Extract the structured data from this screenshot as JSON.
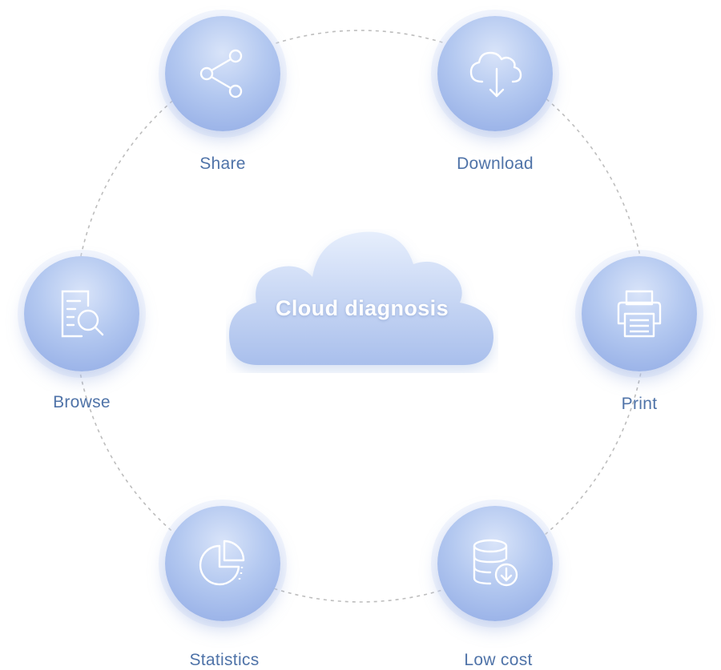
{
  "center": {
    "title": "Cloud diagnosis"
  },
  "features": [
    {
      "label": "Share",
      "icon": "share-icon"
    },
    {
      "label": "Download",
      "icon": "cloud-download-icon"
    },
    {
      "label": "Print",
      "icon": "printer-icon"
    },
    {
      "label": "Low cost",
      "icon": "database-download-icon"
    },
    {
      "label": "Statistics",
      "icon": "pie-chart-icon"
    },
    {
      "label": "Browse",
      "icon": "document-search-icon"
    }
  ],
  "colors": {
    "label": "#4f73a8",
    "node": "#a9c0ee",
    "ring": "#b9b9b9"
  }
}
